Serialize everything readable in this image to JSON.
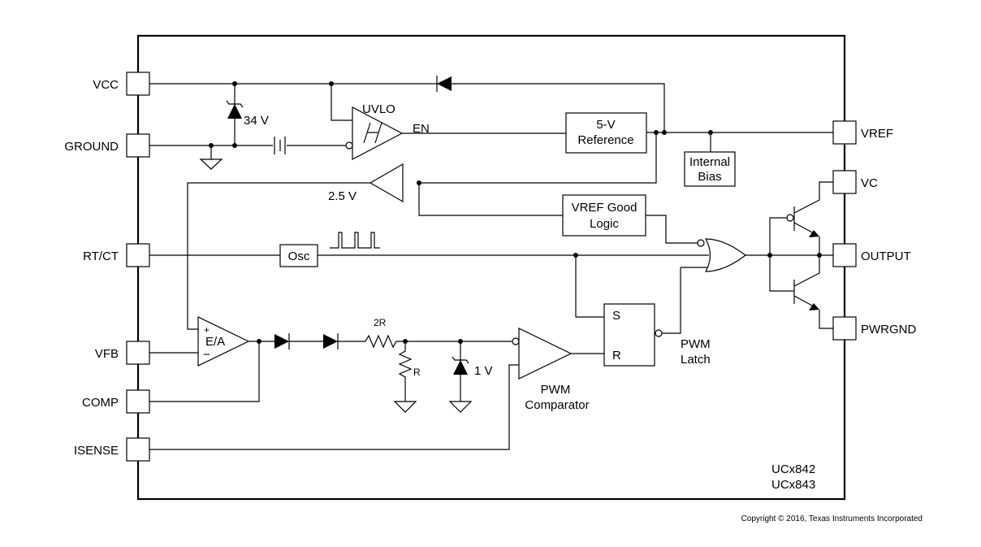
{
  "pins_left": {
    "vcc": "VCC",
    "ground": "GROUND",
    "rtct": "RT/CT",
    "vfb": "VFB",
    "comp": "COMP",
    "isense": "ISENSE"
  },
  "pins_right": {
    "vref": "VREF",
    "vc": "VC",
    "output": "OUTPUT",
    "pwrgnd": "PWRGND"
  },
  "blocks": {
    "uvlo": "UVLO",
    "en": "EN",
    "reference_line1": "5-V",
    "reference_line2": "Reference",
    "internal_bias_line1": "Internal",
    "internal_bias_line2": "Bias",
    "vref_good_line1": "VREF Good",
    "vref_good_line2": "Logic",
    "osc": "Osc",
    "ea": "E/A",
    "ea_plus": "+",
    "ea_minus": "−",
    "latch_s": "S",
    "latch_r": "R",
    "pwm_latch_line1": "PWM",
    "pwm_latch_line2": "Latch",
    "pwm_comp_line1": "PWM",
    "pwm_comp_line2": "Comparator"
  },
  "values": {
    "zener_34v": "34 V",
    "ref_2v5": "2.5 V",
    "r2": "2R",
    "r1": "R",
    "zener_1v": "1 V"
  },
  "part_numbers": {
    "line1": "UCx842",
    "line2": "UCx843"
  },
  "copyright": "Copyright © 2016, Texas Instruments Incorporated"
}
